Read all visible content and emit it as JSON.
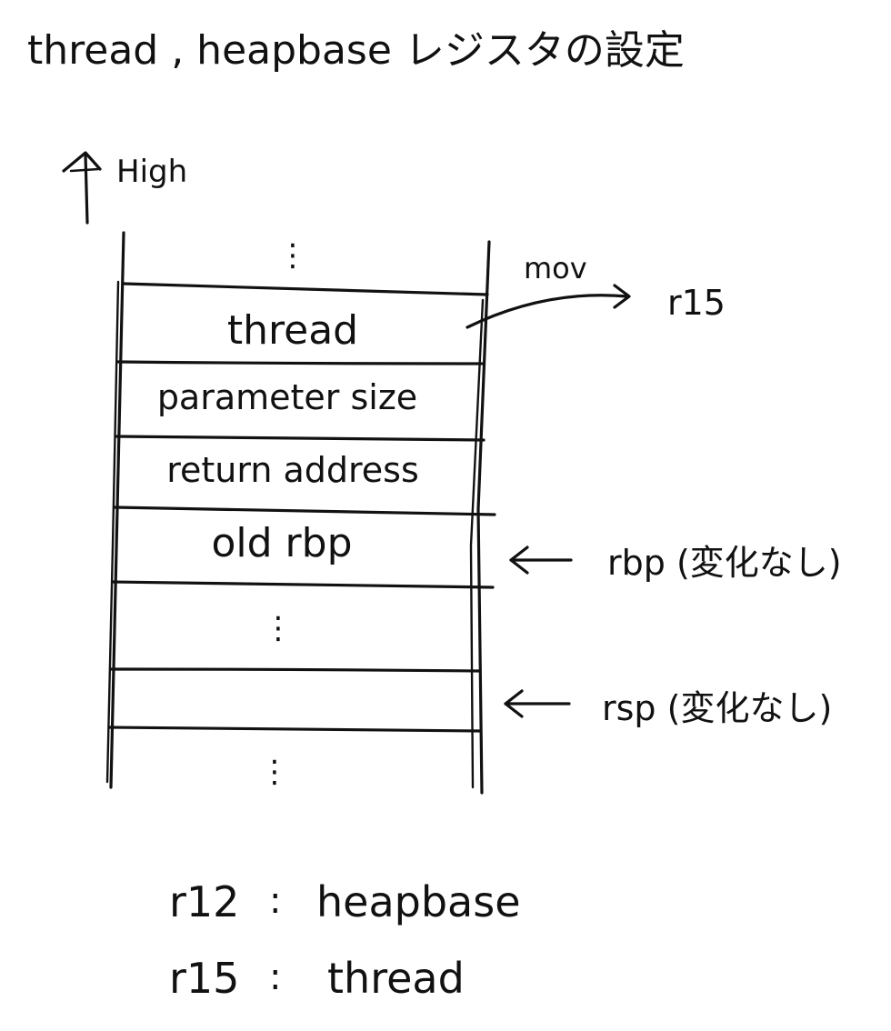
{
  "title": "thread , heapbase レジスタの設定",
  "axis": {
    "direction_label": "High"
  },
  "stack": {
    "slots": [
      {
        "label": "⋮"
      },
      {
        "label": "thread"
      },
      {
        "label": "parameter size"
      },
      {
        "label": "return address"
      },
      {
        "label": "old rbp"
      },
      {
        "label": "⋮"
      },
      {
        "label": ""
      },
      {
        "label": "⋮"
      }
    ]
  },
  "annotations": {
    "mov": {
      "verb": "mov",
      "target": "r15"
    },
    "rbp": {
      "label": "rbp (変化なし)"
    },
    "rsp": {
      "label": "rsp (変化なし)"
    }
  },
  "legend": [
    {
      "register": "r12",
      "sep": ":",
      "value": "heapbase"
    },
    {
      "register": "r15",
      "sep": ":",
      "value": "thread"
    }
  ]
}
